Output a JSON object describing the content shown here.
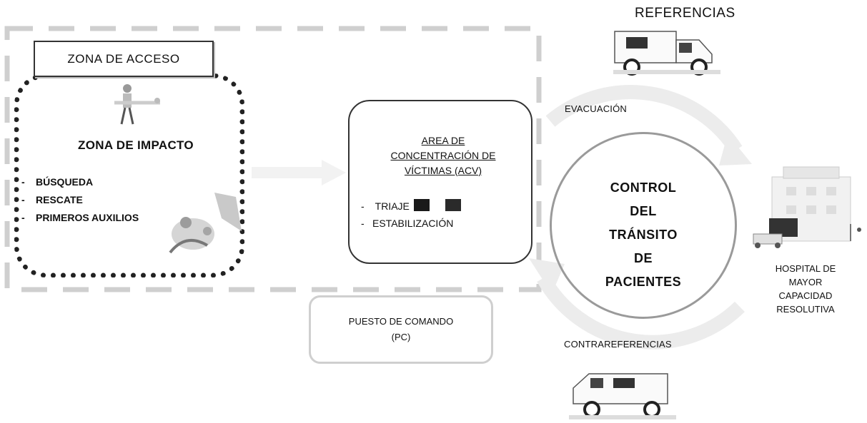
{
  "access_zone": {
    "label": "ZONA DE ACCESO"
  },
  "impact_zone": {
    "title": "ZONA DE IMPACTO",
    "tasks": [
      "BÚSQUEDA",
      "RESCATE",
      "PRIMEROS AUXILIOS"
    ]
  },
  "acv": {
    "title_lines": [
      "AREA DE",
      "CONCENTRACIÓN DE",
      "VÍCTIMAS (ACV)"
    ],
    "tasks": [
      "TRIAJE",
      "ESTABILIZACIÓN"
    ]
  },
  "command_post": {
    "lines": [
      "PUESTO DE COMANDO",
      "(PC)"
    ]
  },
  "control": {
    "lines": [
      "CONTROL",
      "DEL",
      "TRÁNSITO",
      "DE",
      "PACIENTES"
    ]
  },
  "flow_labels": {
    "referencias": "REFERENCIAS",
    "evacuacion": "EVACUACIÓN",
    "contrareferencias": "CONTRAREFERENCIAS"
  },
  "hospital": {
    "lines": [
      "HOSPITAL DE",
      "MAYOR",
      "CAPACIDAD",
      "RESOLUTIVA"
    ]
  }
}
